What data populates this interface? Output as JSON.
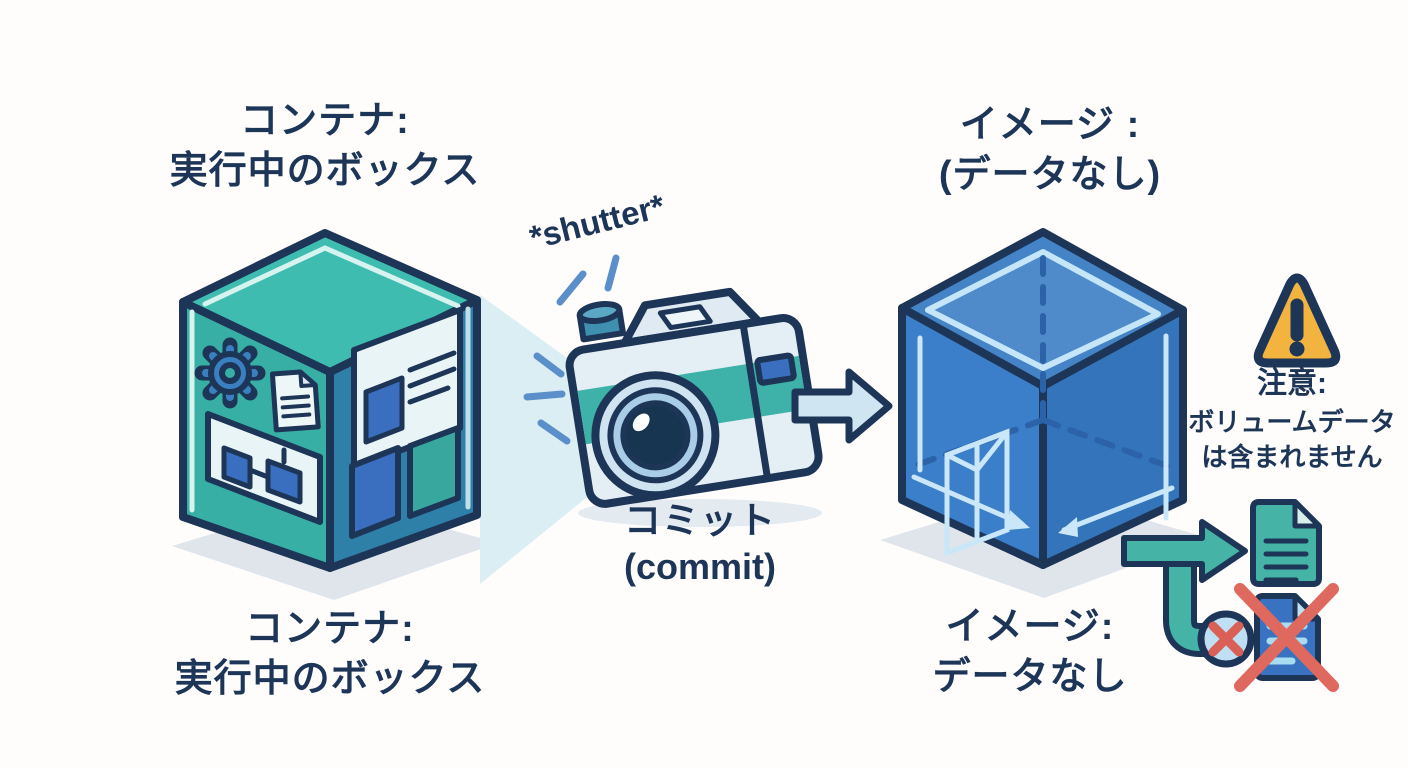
{
  "colors": {
    "navy": "#1d3557",
    "teal_top": "#3fbcb0",
    "teal_left": "#38afa5",
    "teal_right": "#2f80a9",
    "blue_top": "#4383c6",
    "blue_top_inner": "#4f8bcb",
    "blue_left": "#3b7ec9",
    "blue_right": "#3474ba",
    "accent_blue": "#3a6fc0",
    "camera_body": "#e4eef5",
    "camera_teal": "#3eb2a8",
    "beam": "#daeef4",
    "sparkle_blue": "#5b8fc9",
    "wireframe_light": "#c9e7f8",
    "dashed_blue": "#2b62a8",
    "panel_white": "#e9f4f6",
    "arrow_light": "#cfe6f2",
    "warning_yellow": "#f2b43e",
    "flow_teal": "#45b3a5",
    "doc_blue": "#3a72c2",
    "cross_red": "#e0695f",
    "shadow": "#dfe5eb"
  },
  "labels": {
    "container_top": {
      "line1": "コンテナ:",
      "line2": "実行中のボックス"
    },
    "container_bottom": {
      "line1": "コンテナ:",
      "line2": "実行中のボックス"
    },
    "shutter": "*shutter*",
    "commit": {
      "jp": "コミット",
      "en": "(commit)"
    },
    "image_top": {
      "line1": "イメージ :",
      "line2": "(データなし)"
    },
    "image_bottom": {
      "line1": "イメージ:",
      "line2": "データなし"
    },
    "warning": {
      "heading": "注意:",
      "line1": "ボリュームデータ",
      "line2": "は含まれません"
    }
  },
  "icons": {
    "container_cube": "teal-isometric-cube-icon",
    "gear": "gear-icon",
    "document": "document-icon",
    "app_panels": "app-panel-icons",
    "camera": "camera-icon",
    "flash_sparkles": "flash-sparkles-icon",
    "light_beam": "light-beam",
    "arrow_right": "arrow-right-icon",
    "image_cube": "blue-wireframe-cube-icon",
    "warning_triangle": "warning-triangle-icon",
    "flow_arrow": "branching-arrow-icon",
    "excluded_circle": "crossed-circle-icon",
    "included_file": "included-file-icon",
    "excluded_file": "excluded-file-icon",
    "red_cross": "red-cross-icon"
  }
}
